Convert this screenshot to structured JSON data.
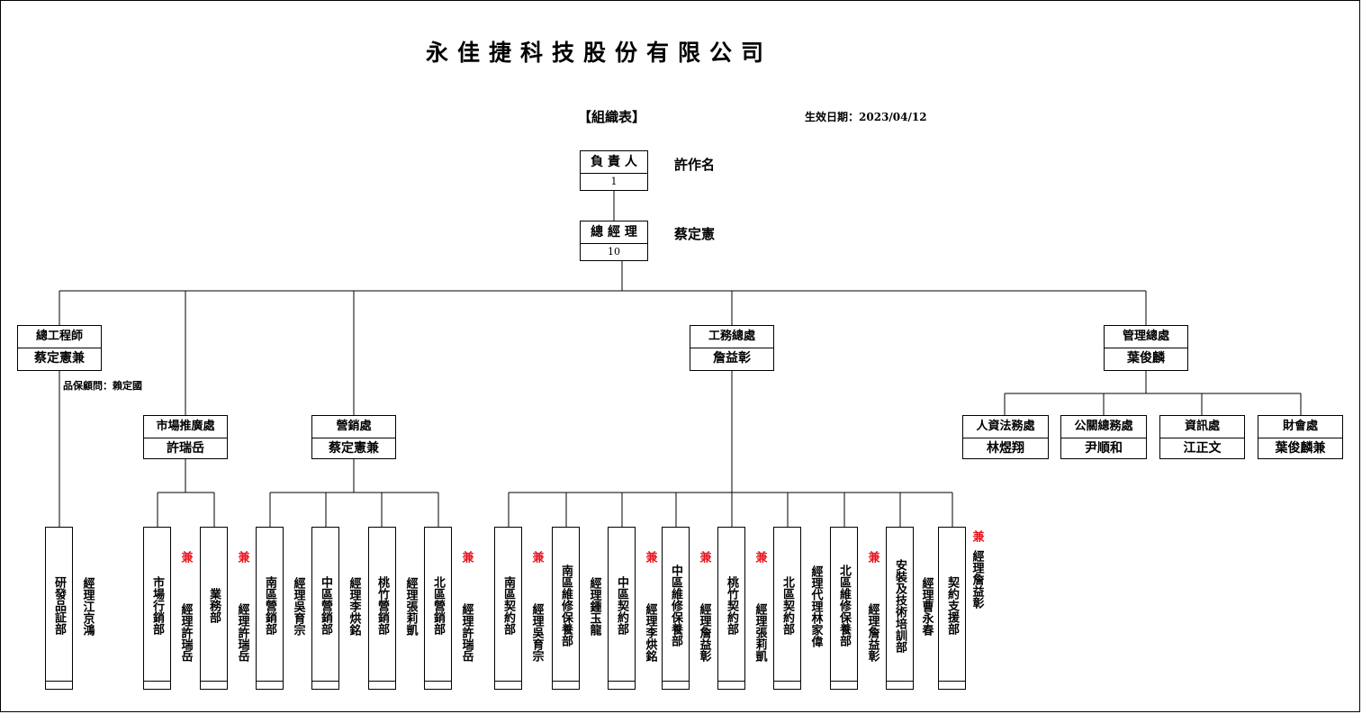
{
  "header": {
    "company": "永佳捷科技股份有限公司",
    "org_title": "【組織表】",
    "effective_label": "生效日期：",
    "effective_date": "2023/04/12"
  },
  "top": [
    {
      "title": "負 責 人",
      "count": "1",
      "name": "許作名"
    },
    {
      "title": "總 經 理",
      "count": "10",
      "name": "蔡定憲"
    }
  ],
  "chief_engineer": {
    "title": "總工程師",
    "name": "蔡定憲兼",
    "qa_advisor": "品保顧問：賴定國"
  },
  "marketing": {
    "title": "市場推廣處",
    "name": "許瑞岳"
  },
  "sales": {
    "title": "營銷處",
    "name": "蔡定憲兼"
  },
  "engineering": {
    "title": "工務總處",
    "name": "詹益彰"
  },
  "admin": {
    "title": "管理總處",
    "name": "葉俊麟"
  },
  "admin_units": [
    {
      "title": "人資法務處",
      "name": "林煜翔"
    },
    {
      "title": "公關總務處",
      "name": "尹順和"
    },
    {
      "title": "資訊處",
      "name": "江正文"
    },
    {
      "title": "財會處",
      "name": "葉俊麟兼"
    }
  ],
  "concurrent_mark": "兼",
  "departments": [
    {
      "dept": "研發品証部",
      "manager": "經理江京鴻",
      "concurrent": false
    },
    {
      "dept": "市場行銷部",
      "manager": "經理許瑞岳",
      "concurrent": true
    },
    {
      "dept": "業務部",
      "manager": "經理許瑞岳",
      "concurrent": true
    },
    {
      "dept": "南區營銷部",
      "manager": "經理吳育宗",
      "concurrent": false
    },
    {
      "dept": "中區營銷部",
      "manager": "經理李烘銘",
      "concurrent": false
    },
    {
      "dept": "桃竹營銷部",
      "manager": "經理張莉凱",
      "concurrent": false
    },
    {
      "dept": "北區營銷部",
      "manager": "經理許瑞岳",
      "concurrent": true
    },
    {
      "dept": "南區契約部",
      "manager": "經理吳育宗",
      "concurrent": true
    },
    {
      "dept": "南區維修保養部",
      "manager": "經理鍾玉龍",
      "concurrent": false
    },
    {
      "dept": "中區契約部",
      "manager": "經理李烘銘",
      "concurrent": true
    },
    {
      "dept": "中區維修保養部",
      "manager": "經理詹益彰",
      "concurrent": true
    },
    {
      "dept": "桃竹契約部",
      "manager": "經理張莉凱",
      "concurrent": true
    },
    {
      "dept": "北區契約部",
      "manager": "經理代理林家偉",
      "concurrent": false
    },
    {
      "dept": "北區維修保養部",
      "manager": "經理詹益彰",
      "concurrent": true
    },
    {
      "dept": "安裝及技術培訓部",
      "manager": "經理曹永春",
      "concurrent": false
    },
    {
      "dept": "契約支援部",
      "manager": "經理詹益彰",
      "concurrent": true
    }
  ]
}
